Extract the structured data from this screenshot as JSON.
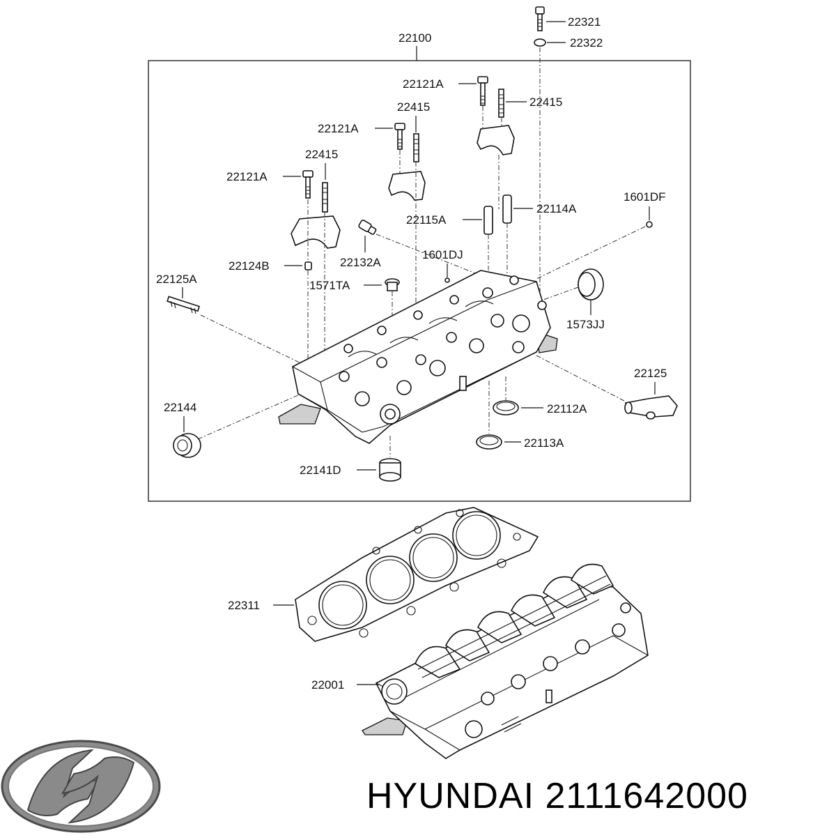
{
  "assembly_label": "22100",
  "labels": {
    "p22321": "22321",
    "p22322": "22322",
    "p22121A_a": "22121A",
    "p22415_a": "22415",
    "p22415_b": "22415",
    "p22121A_b": "22121A",
    "p22415_c": "22415",
    "p22121A_c": "22121A",
    "p1601DF": "1601DF",
    "p22114A": "22114A",
    "p22115A": "22115A",
    "p1601DJ": "1601DJ",
    "p22132A": "22132A",
    "p22124B": "22124B",
    "p22125A": "22125A",
    "p1571TA": "1571TA",
    "p1573JJ": "1573JJ",
    "p22125": "22125",
    "p22144": "22144",
    "p22112A": "22112A",
    "p22113A": "22113A",
    "p22141D": "22141D",
    "p22311": "22311",
    "p22001": "22001"
  },
  "footer": {
    "brand_name": "HYUNDAI 2111642000",
    "logo": "hyundai-logo"
  }
}
